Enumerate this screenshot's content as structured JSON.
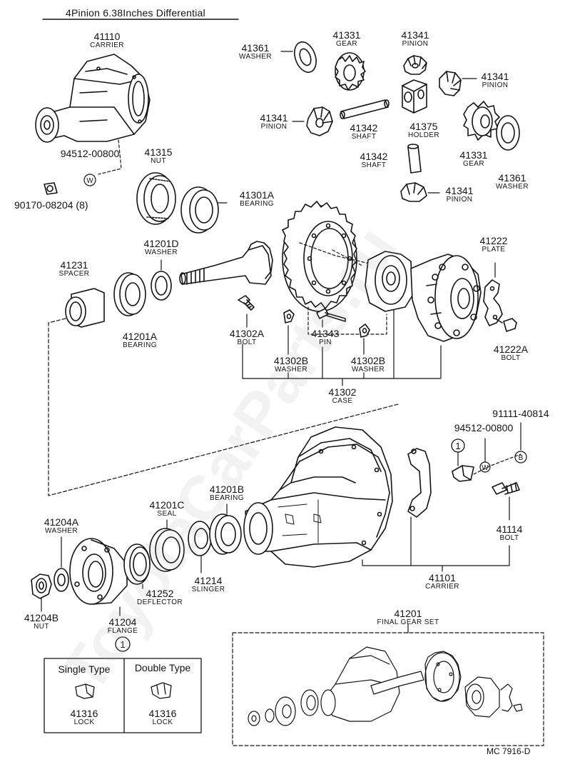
{
  "title": "4Pinion 6.38Inches Differential",
  "code": "MC 7916-D",
  "watermark": "ToyotaCarParts.ru",
  "colors": {
    "ink": "#141414",
    "paper": "#ffffff"
  },
  "parts": {
    "p41110": {
      "num": "41110",
      "name": "CARRIER"
    },
    "p94512a": {
      "num": "94512-00800",
      "name": ""
    },
    "p90170": {
      "num": "90170-08204 (8)",
      "name": ""
    },
    "p41315": {
      "num": "41315",
      "name": "NUT"
    },
    "p41301a": {
      "num": "41301A",
      "name": "BEARING"
    },
    "p41361a": {
      "num": "41361",
      "name": "WASHER"
    },
    "p41331a": {
      "num": "41331",
      "name": "GEAR"
    },
    "p41341a": {
      "num": "41341",
      "name": "PINION"
    },
    "p41341b": {
      "num": "41341",
      "name": "PINION"
    },
    "p41341c": {
      "num": "41341",
      "name": "PINION"
    },
    "p41342a": {
      "num": "41342",
      "name": "SHAFT"
    },
    "p41375": {
      "num": "41375",
      "name": "HOLDER"
    },
    "p41342b": {
      "num": "41342",
      "name": "SHAFT"
    },
    "p41331b": {
      "num": "41331",
      "name": "GEAR"
    },
    "p41361b": {
      "num": "41361",
      "name": "WASHER"
    },
    "p41341d": {
      "num": "41341",
      "name": "PINION"
    },
    "p41201d": {
      "num": "41201D",
      "name": "WASHER"
    },
    "p41231": {
      "num": "41231",
      "name": "SPACER"
    },
    "p41201a": {
      "num": "41201A",
      "name": "BEARING"
    },
    "p41222": {
      "num": "41222",
      "name": "PLATE"
    },
    "p41222a": {
      "num": "41222A",
      "name": "BOLT"
    },
    "p41302a": {
      "num": "41302A",
      "name": "BOLT"
    },
    "p41343": {
      "num": "41343",
      "name": "PIN"
    },
    "p41302ba": {
      "num": "41302B",
      "name": "WASHER"
    },
    "p41302bb": {
      "num": "41302B",
      "name": "WASHER"
    },
    "p41302": {
      "num": "41302",
      "name": "CASE"
    },
    "p91111": {
      "num": "91111-40814",
      "name": ""
    },
    "p94512b": {
      "num": "94512-00800",
      "name": ""
    },
    "p41204a": {
      "num": "41204A",
      "name": "WASHER"
    },
    "p41201c": {
      "num": "41201C",
      "name": "SEAL"
    },
    "p41201b": {
      "num": "41201B",
      "name": "BEARING"
    },
    "p41114": {
      "num": "41114",
      "name": "BOLT"
    },
    "p41214": {
      "num": "41214",
      "name": "SLINGER"
    },
    "p41252": {
      "num": "41252",
      "name": "DEFLECTOR"
    },
    "p41204b": {
      "num": "41204B",
      "name": "NUT"
    },
    "p41204": {
      "num": "41204",
      "name": "FLANGE"
    },
    "p41101": {
      "num": "41101",
      "name": "CARRIER"
    },
    "p41201": {
      "num": "41201",
      "name": "FINAL GEAR SET"
    }
  },
  "markers": {
    "w": "W",
    "b": "B",
    "one": "1"
  },
  "lock_box": {
    "single": {
      "type": "Single Type",
      "num": "41316",
      "name": "LOCK"
    },
    "double": {
      "type": "Double Type",
      "num": "41316",
      "name": "LOCK"
    }
  }
}
